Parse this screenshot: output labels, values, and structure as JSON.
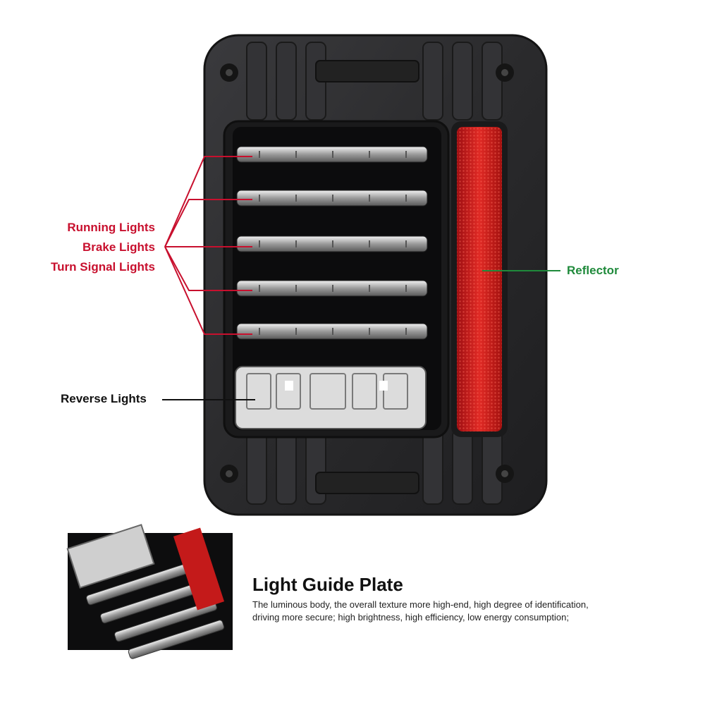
{
  "callouts": {
    "running": "Running Lights",
    "brake": "Brake Lights",
    "turn": "Turn Signal Lights",
    "reflector": "Reflector",
    "reverse": "Reverse Lights"
  },
  "feature": {
    "title": "Light Guide Plate",
    "line1": "The luminous body, the overall texture more high-end, high degree of identification,",
    "line2": "driving more secure; high brightness, high efficiency, low energy consumption;"
  },
  "colors": {
    "callout_red": "#c8102e",
    "callout_green": "#1f8a3b",
    "housing": "#2b2b2d",
    "reflector": "#c41a1a"
  }
}
